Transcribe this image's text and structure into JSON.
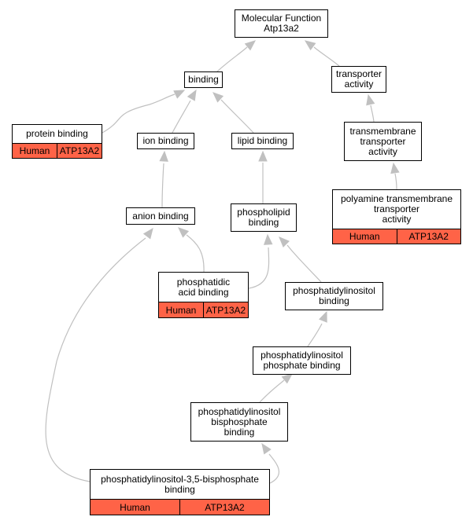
{
  "nodes": {
    "molecular_function": {
      "lines": [
        "Molecular Function",
        "Atp13a2"
      ]
    },
    "binding": {
      "lines": [
        "binding"
      ]
    },
    "transporter_activity": {
      "lines": [
        "transporter",
        "activity"
      ]
    },
    "protein_binding": {
      "lines": [
        "protein binding"
      ],
      "annotation": {
        "species": "Human",
        "gene": "ATP13A2"
      }
    },
    "ion_binding": {
      "lines": [
        "ion binding"
      ]
    },
    "lipid_binding": {
      "lines": [
        "lipid binding"
      ]
    },
    "transmembrane_transporter_activity": {
      "lines": [
        "transmembrane",
        "transporter",
        "activity"
      ]
    },
    "polyamine_transmembrane_transporter_activity": {
      "lines": [
        "polyamine transmembrane",
        "transporter",
        "activity"
      ],
      "annotation": {
        "species": "Human",
        "gene": "ATP13A2"
      }
    },
    "anion_binding": {
      "lines": [
        "anion binding"
      ]
    },
    "phospholipid_binding": {
      "lines": [
        "phospholipid",
        "binding"
      ]
    },
    "phosphatidic_acid_binding": {
      "lines": [
        "phosphatidic",
        "acid binding"
      ],
      "annotation": {
        "species": "Human",
        "gene": "ATP13A2"
      }
    },
    "phosphatidylinositol_binding": {
      "lines": [
        "phosphatidylinositol",
        "binding"
      ]
    },
    "phosphatidylinositol_phosphate_binding": {
      "lines": [
        "phosphatidylinositol",
        "phosphate binding"
      ]
    },
    "phosphatidylinositol_bisphosphate_binding": {
      "lines": [
        "phosphatidylinositol",
        "bisphosphate",
        "binding"
      ]
    },
    "pi35p2_binding": {
      "lines": [
        "phosphatidylinositol-3,5-bisphosphate",
        "binding"
      ],
      "annotation": {
        "species": "Human",
        "gene": "ATP13A2"
      }
    }
  },
  "edges": [
    {
      "from": "binding",
      "to": "molecular_function"
    },
    {
      "from": "transporter_activity",
      "to": "molecular_function"
    },
    {
      "from": "protein_binding",
      "to": "binding"
    },
    {
      "from": "ion_binding",
      "to": "binding"
    },
    {
      "from": "lipid_binding",
      "to": "binding"
    },
    {
      "from": "transmembrane_transporter_activity",
      "to": "transporter_activity"
    },
    {
      "from": "polyamine_transmembrane_transporter_activity",
      "to": "transmembrane_transporter_activity"
    },
    {
      "from": "anion_binding",
      "to": "ion_binding"
    },
    {
      "from": "phospholipid_binding",
      "to": "lipid_binding"
    },
    {
      "from": "phosphatidic_acid_binding",
      "to": "anion_binding"
    },
    {
      "from": "phosphatidic_acid_binding",
      "to": "phospholipid_binding"
    },
    {
      "from": "phosphatidylinositol_binding",
      "to": "phospholipid_binding"
    },
    {
      "from": "phosphatidylinositol_phosphate_binding",
      "to": "phosphatidylinositol_binding"
    },
    {
      "from": "phosphatidylinositol_bisphosphate_binding",
      "to": "phosphatidylinositol_phosphate_binding"
    },
    {
      "from": "pi35p2_binding",
      "to": "phosphatidylinositol_bisphosphate_binding"
    },
    {
      "from": "pi35p2_binding",
      "to": "anion_binding"
    }
  ],
  "colors": {
    "annotation_fill": "#ff6347",
    "edge": "#c0c0c0",
    "border": "#000000"
  }
}
